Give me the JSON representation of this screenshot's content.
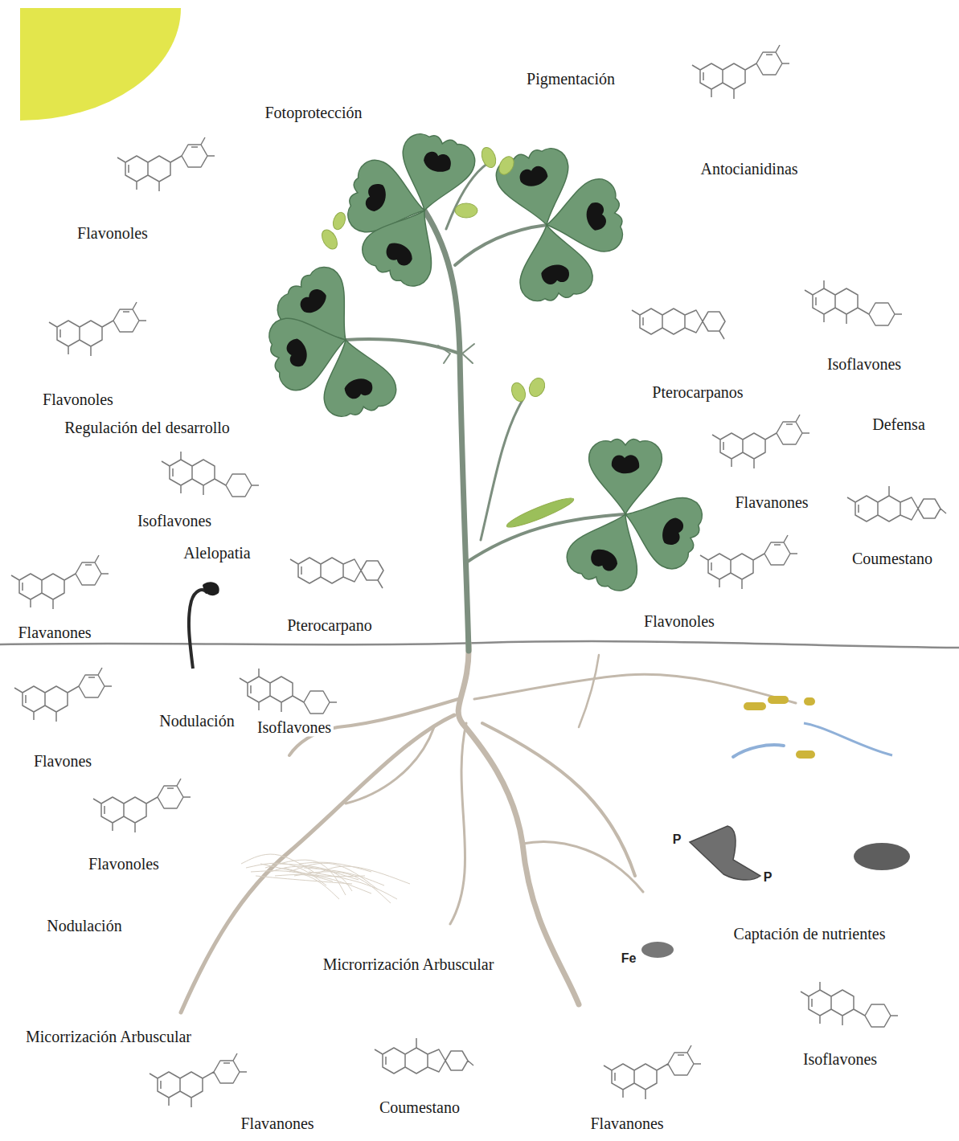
{
  "diagram": {
    "labels": [
      "Pigmentación",
      "Fotoprotección",
      "Antocianidinas",
      "Flavonoles",
      "Isoflavones",
      "Pterocarpanos",
      "Flavonoles",
      "Defensa",
      "Regulación del desarrollo",
      "Flavanones",
      "Isoflavones",
      "Alelopatia",
      "Coumestano",
      "Flavonoles",
      "Pterocarpano",
      "Flavanones",
      "Nodulación",
      "Isoflavones",
      "Flavones",
      "P",
      "Flavonoles",
      "P",
      "Nodulación",
      "Captación de nutrientes",
      "Fe",
      "Microrrización Arbuscular",
      "Micorrización Arbuscular",
      "Isoflavones",
      "Coumestano",
      "Flavanones",
      "Flavanones"
    ]
  }
}
